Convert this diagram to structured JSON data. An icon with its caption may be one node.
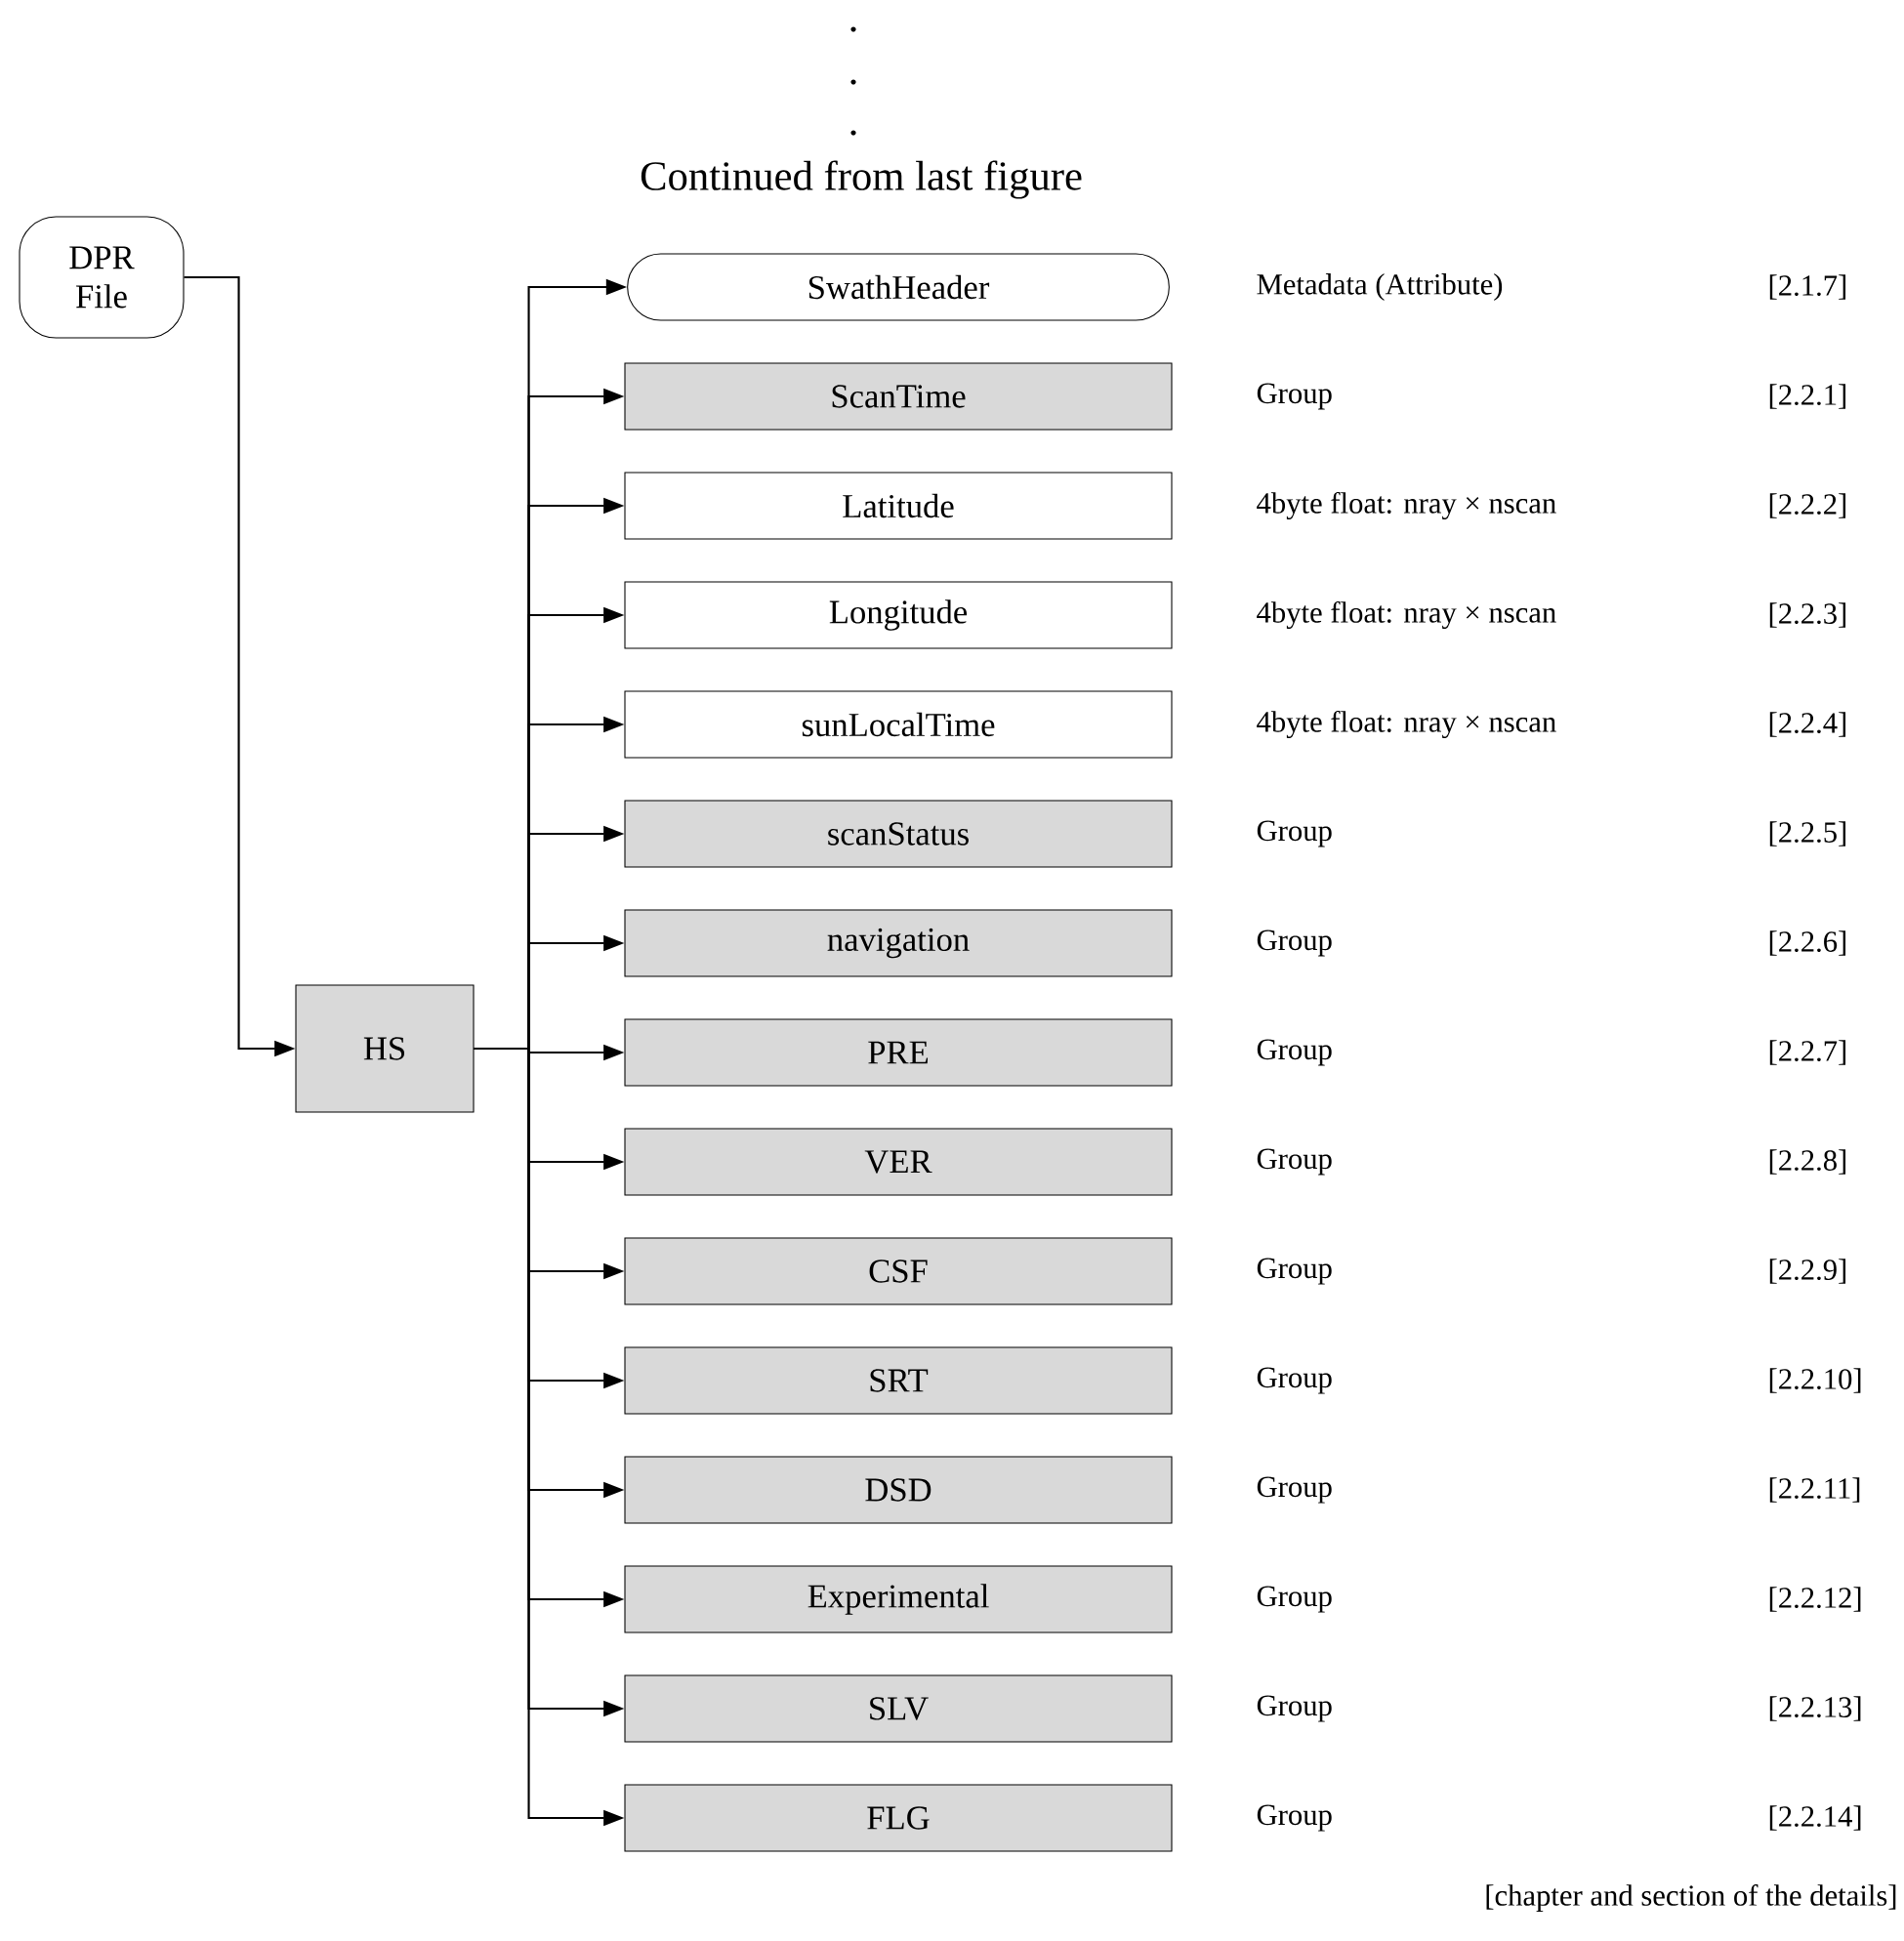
{
  "diagram": {
    "nodes": [
      {
        "text": [
          "DPR File"
        ]
      },
      {
        "text": [
          "HS"
        ]
      },
      {
        "text": [
          "SwathHeader"
        ],
        "beside": [
          "Metadata (Attribute)"
        ]
      },
      {
        "text": [
          "ScanTime"
        ],
        "beside": [
          "Group"
        ]
      },
      {
        "text": [
          "Latitude"
        ],
        "beside": [
          "4byte float: nray × nscan"
        ]
      },
      {
        "text": [
          "Longitude"
        ],
        "beside": [
          "4byte float: nray × nscan"
        ]
      },
      {
        "text": [
          "sunLocalTime"
        ],
        "beside": [
          "4byte float: nray × nscan"
        ]
      },
      {
        "text": [
          "scanStatus"
        ],
        "beside": [
          "Group"
        ]
      },
      {
        "text": [
          "navigation"
        ],
        "beside": [
          "Group"
        ]
      },
      {
        "text": [
          "PRE"
        ],
        "beside": [
          "Group"
        ]
      },
      {
        "text": [
          "VER"
        ],
        "beside": [
          "Group"
        ]
      },
      {
        "text": [
          "CSF"
        ],
        "beside": [
          "Group"
        ]
      },
      {
        "text": [
          "SRT"
        ],
        "beside": [
          "Group"
        ]
      },
      {
        "text": [
          "DSD"
        ],
        "beside": [
          "Group"
        ]
      },
      {
        "text": [
          "Experimental"
        ],
        "beside": [
          "Group"
        ]
      },
      {
        "text": [
          "SLV"
        ],
        "beside": [
          "Group"
        ]
      },
      {
        "text": [
          "FLG"
        ],
        "beside": [
          "Group"
        ]
      }
    ],
    "edges": [
      {
        "from": 0,
        "to": 1,
        "arrow": "to"
      },
      {
        "from": 1,
        "to": 2,
        "arrow": "to"
      },
      {
        "from": 1,
        "to": 3,
        "arrow": "to"
      },
      {
        "from": 1,
        "to": 4,
        "arrow": "to"
      },
      {
        "from": 1,
        "to": 5,
        "arrow": "to"
      },
      {
        "from": 1,
        "to": 6,
        "arrow": "to"
      },
      {
        "from": 1,
        "to": 7,
        "arrow": "to"
      },
      {
        "from": 1,
        "to": 8,
        "arrow": "to"
      },
      {
        "from": 1,
        "to": 9,
        "arrow": "to"
      },
      {
        "from": 1,
        "to": 10,
        "arrow": "to"
      },
      {
        "from": 1,
        "to": 11,
        "arrow": "to"
      },
      {
        "from": 1,
        "to": 12,
        "arrow": "to"
      },
      {
        "from": 1,
        "to": 13,
        "arrow": "to"
      },
      {
        "from": 1,
        "to": 14,
        "arrow": "to"
      },
      {
        "from": 1,
        "to": 15,
        "arrow": "to"
      },
      {
        "from": 1,
        "to": 16,
        "arrow": "to"
      }
    ],
    "labels": [
      "Continued from last figure",
      "[2.1.7]",
      "[2.2.1]",
      "[2.2.2]",
      "[2.2.3]",
      "[2.2.4]",
      "[2.2.5]",
      "[2.2.6]",
      "[2.2.7]",
      "[2.2.8]",
      "[2.2.9]",
      "[2.2.10]",
      "[2.2.11]",
      "[2.2.12]",
      "[2.2.13]",
      "[2.2.14]",
      "[chapter and section of the details]"
    ]
  }
}
